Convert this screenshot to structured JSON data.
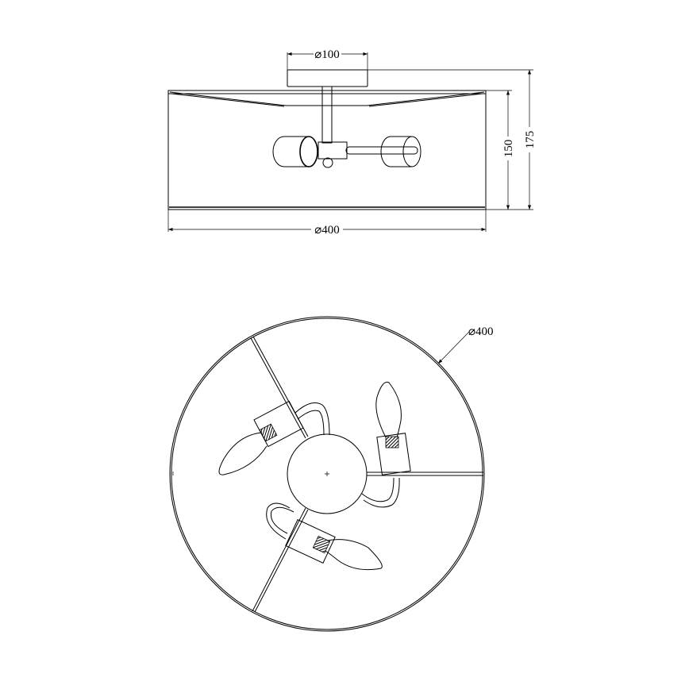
{
  "side_view": {
    "plate_diameter": "⌀100",
    "shade_diameter": "⌀400",
    "shade_height": "150",
    "total_height": "175"
  },
  "bottom_view": {
    "shade_diameter": "⌀400"
  }
}
